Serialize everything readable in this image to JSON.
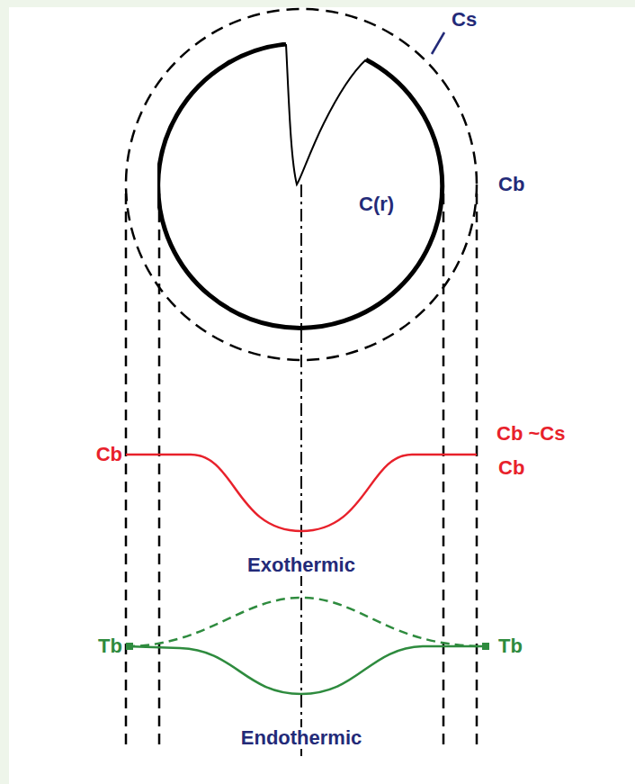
{
  "diagram": {
    "nodes": [
      {
        "text": [
          "C(r)"
        ]
      }
    ],
    "labels": [
      "Cs",
      "Cb",
      "Cb ~Cs",
      "Cb",
      "Cb",
      "Exothermic",
      "Tb",
      "Tb",
      "Endothermic"
    ]
  }
}
